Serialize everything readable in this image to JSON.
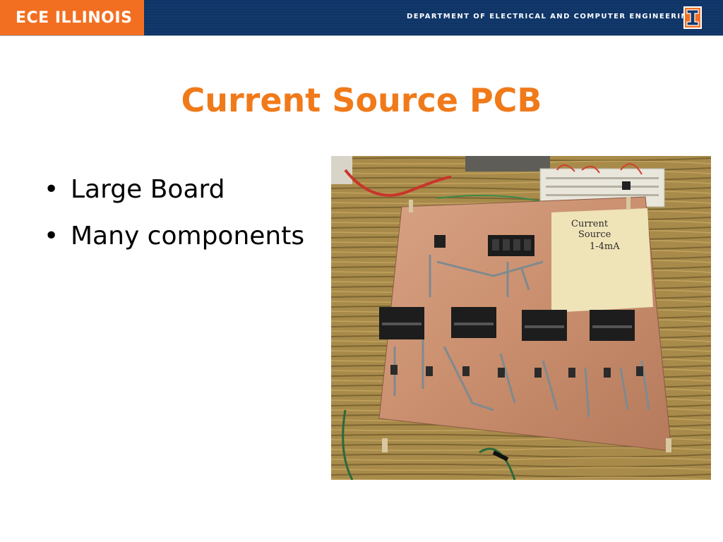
{
  "header": {
    "brand": "ECE ILLINOIS",
    "department": "DEPARTMENT OF ELECTRICAL AND COMPUTER ENGINEERING",
    "logo_icon": "block-i-icon",
    "brand_color": "#f26f21",
    "bar_color": "#0d2a52"
  },
  "slide": {
    "title": "Current Source PCB",
    "title_color": "#f07a1a",
    "bullets": [
      {
        "marker": "•",
        "text": "Large Board"
      },
      {
        "marker": "•",
        "text": "Many components"
      }
    ]
  },
  "photo": {
    "note_lines": [
      "Current",
      "Source",
      "1-4mA"
    ]
  }
}
